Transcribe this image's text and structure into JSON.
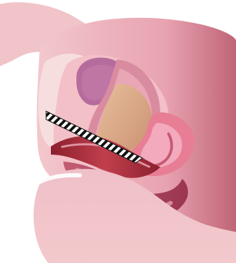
{
  "diagram": {
    "background": "#ffffff",
    "colors": {
      "outer_skin": "#f3c9cc",
      "outer_skin_dark": "#e7a7ae",
      "outer_skin_shadow": "#d98b96",
      "inner_tissue": "#f0d0d2",
      "organ_purple": "#b56c9d",
      "organ_purple_dark": "#94507e",
      "organ_pink": "#e89aa9",
      "organ_pink_dark": "#d46f87",
      "organ_core": "#d9a176",
      "organ_core_light": "#e8bf9a",
      "canal": "#c13f4d",
      "canal_dark": "#8c1f2d",
      "bowel": "#b44a5f",
      "bowel_light": "#d88b9d",
      "marker_light": "#ffffff",
      "marker_dark": "#111111"
    },
    "parts": [
      "outer-body-shape",
      "back-body-shape",
      "lower-fold-shape",
      "purple-organ",
      "pink-organ",
      "core-organ",
      "vaginal-canal",
      "tube-structure",
      "bowel-shape",
      "striped-marker"
    ]
  }
}
